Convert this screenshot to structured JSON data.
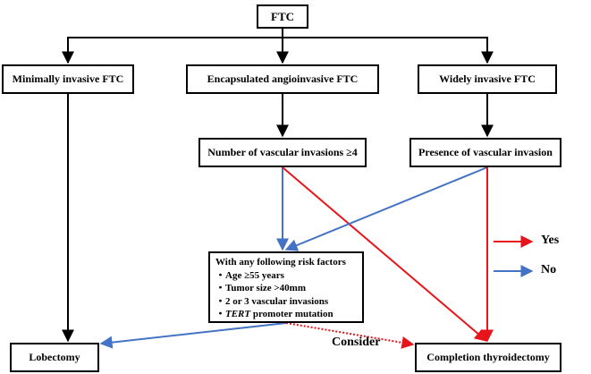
{
  "nodes": {
    "ftc": "FTC",
    "minimally_invasive": "Minimally invasive FTC",
    "encapsulated_angioinvasive": "Encapsulated angioinvasive FTC",
    "widely_invasive": "Widely invasive FTC",
    "vascular_invasions_ge4": "Number of vascular invasions ≥4",
    "presence_vascular_invasion": "Presence of vascular invasion",
    "risk_factors": {
      "heading": "With any following risk factors",
      "items": [
        "Age ≥55 years",
        "Tumor size >40mm",
        "2 or 3 vascular invasions"
      ],
      "tert_gene": "TERT",
      "tert_rest": " promoter mutation"
    },
    "lobectomy": "Lobectomy",
    "completion_thyroidectomy": "Completion thyroidectomy"
  },
  "annotation": "Consider",
  "legend": {
    "yes": {
      "label": "Yes",
      "color": "#e8141b"
    },
    "no": {
      "label": "No",
      "color": "#4472c4"
    }
  },
  "colors": {
    "default_arrow": "#000000",
    "yes": "#e8141b",
    "no": "#4472c4"
  },
  "edges": [
    {
      "from": "ftc",
      "to": "minimally_invasive",
      "kind": "default"
    },
    {
      "from": "ftc",
      "to": "encapsulated_angioinvasive",
      "kind": "default"
    },
    {
      "from": "ftc",
      "to": "widely_invasive",
      "kind": "default"
    },
    {
      "from": "encapsulated_angioinvasive",
      "to": "vascular_invasions_ge4",
      "kind": "default"
    },
    {
      "from": "widely_invasive",
      "to": "presence_vascular_invasion",
      "kind": "default"
    },
    {
      "from": "minimally_invasive",
      "to": "lobectomy",
      "kind": "default"
    },
    {
      "from": "vascular_invasions_ge4",
      "to": "risk_factors",
      "kind": "no"
    },
    {
      "from": "vascular_invasions_ge4",
      "to": "completion_thyroidectomy",
      "kind": "yes"
    },
    {
      "from": "presence_vascular_invasion",
      "to": "risk_factors",
      "kind": "no"
    },
    {
      "from": "presence_vascular_invasion",
      "to": "completion_thyroidectomy",
      "kind": "yes"
    },
    {
      "from": "risk_factors",
      "to": "lobectomy",
      "kind": "no"
    },
    {
      "from": "risk_factors",
      "to": "completion_thyroidectomy",
      "kind": "yes",
      "style": "dotted"
    }
  ]
}
